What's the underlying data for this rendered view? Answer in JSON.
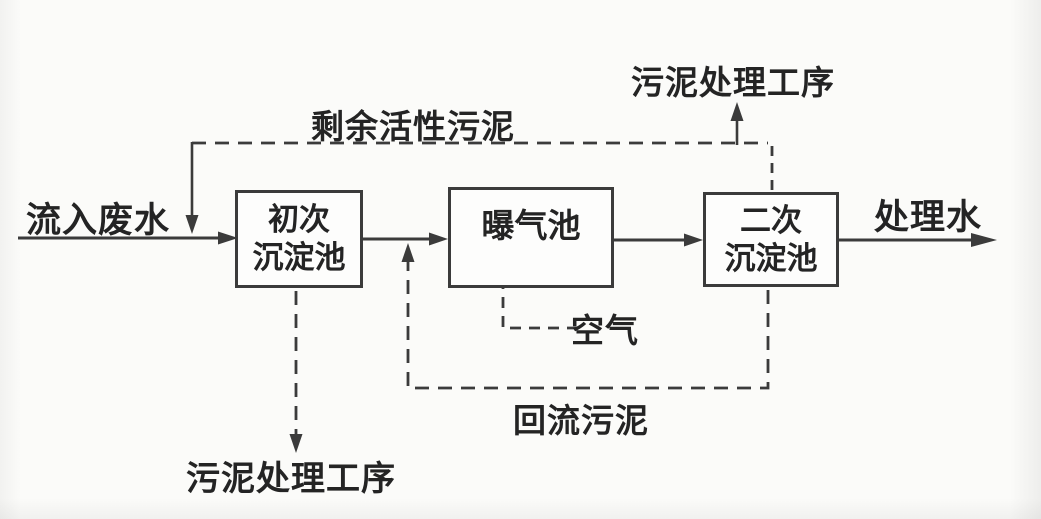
{
  "diagram": {
    "kind": "process-flow-diagram",
    "nodes": {
      "primary": {
        "line1": "初次",
        "line2": "沉淀池"
      },
      "aeration": {
        "line1": "曝气池"
      },
      "secondary": {
        "line1": "二次",
        "line2": "沉淀池"
      }
    },
    "labels": {
      "influent": "流入废水",
      "effluent": "处理水",
      "excess_sludge": "剩余活性污泥",
      "sludge_treatment_top": "污泥处理工序",
      "sludge_treatment_bottom": "污泥处理工序",
      "air": "空气",
      "return_sludge": "回流污泥"
    },
    "edges": [
      {
        "from": "influent",
        "to": "primary",
        "style": "solid-arrow"
      },
      {
        "from": "primary",
        "to": "aeration",
        "style": "solid-arrow"
      },
      {
        "from": "aeration",
        "to": "secondary",
        "style": "solid-arrow"
      },
      {
        "from": "secondary",
        "to": "effluent",
        "style": "solid-arrow"
      },
      {
        "from": "secondary-top",
        "to": "influent-junction",
        "style": "dashed",
        "label": "剩余活性污泥"
      },
      {
        "from": "excess-line",
        "to": "sludge_treatment_top",
        "style": "solid-arrow"
      },
      {
        "from": "primary-bottom",
        "to": "sludge_treatment_bottom",
        "style": "dashed-arrow"
      },
      {
        "from": "secondary-bottom",
        "to": "primary-aeration-line",
        "style": "dashed-arrow",
        "label": "回流污泥"
      },
      {
        "from": "air",
        "to": "aeration-bottom",
        "style": "dashed-arrow"
      }
    ],
    "colors": {
      "line": "#3b3b3b",
      "text": "#242424",
      "background": "#fbfbf9",
      "box_background": "#fdfdfc"
    }
  }
}
